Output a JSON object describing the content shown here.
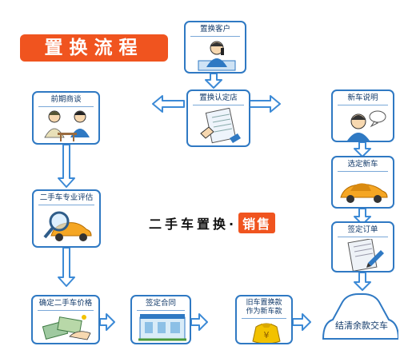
{
  "title": "置换流程",
  "center_caption": "二手车置换·",
  "center_caption_tag": "销售",
  "steps": {
    "replace_customer": "置换客户",
    "replace_store": "置换认定店",
    "early_talk": "前期商谈",
    "used_car_eval": "二手车专业评估",
    "confirm_price": "确定二手车价格",
    "sign_contract": "签定合同",
    "old_as_payment": "旧车置换款\n作为新车款",
    "new_car_info": "新车说明",
    "select_new_car": "选定新车",
    "sign_order": "签定订单",
    "settle_delivery": "结清余款交车"
  },
  "colors": {
    "accent": "#f0541f",
    "box_border": "#2f79c3",
    "arrow": "#3c8ad6"
  }
}
